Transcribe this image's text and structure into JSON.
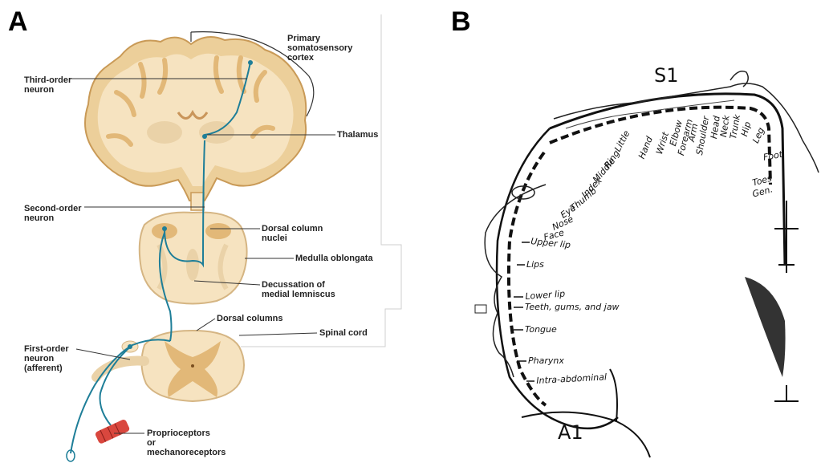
{
  "panel_a": {
    "letter": "A",
    "labels": {
      "primary_cortex": "Primary\nsomatosensory\ncortex",
      "third_order": "Third-order\nneuron",
      "thalamus": "Thalamus",
      "second_order": "Second-order\nneuron",
      "dorsal_column_nuclei": "Dorsal column\nnuclei",
      "medulla": "Medulla oblongata",
      "decussation": "Decussation of\nmedial lemniscus",
      "dorsal_columns": "Dorsal columns",
      "spinal_cord": "Spinal cord",
      "first_order": "First-order\nneuron\n(afferent)",
      "receptors": "Proprioceptors\nor\nmechanoreceptors"
    },
    "colors": {
      "tissue": "#f6e3c0",
      "gray_matter": "#e2b878",
      "neuron": "#1e7e98",
      "receptor": "#d9473e"
    }
  },
  "panel_b": {
    "letter": "B",
    "s1": "S1",
    "a1": "A1",
    "upper_body": [
      "Little",
      "Hand",
      "Wrist",
      "Elbow",
      "Forearm",
      "Arm",
      "Shoulder",
      "Head",
      "Neck",
      "Trunk",
      "Hip",
      "Leg"
    ],
    "fingers": [
      "Ring",
      "Middle",
      "Index",
      "Thumb",
      "Eye",
      "Nose",
      "Face"
    ],
    "foot": [
      "Foot",
      "Toes",
      "Gen."
    ],
    "face": [
      "Upper lip",
      "Lips",
      "Lower lip",
      "Teeth, gums, and jaw",
      "Tongue",
      "Pharynx",
      "Intra-abdominal"
    ]
  }
}
